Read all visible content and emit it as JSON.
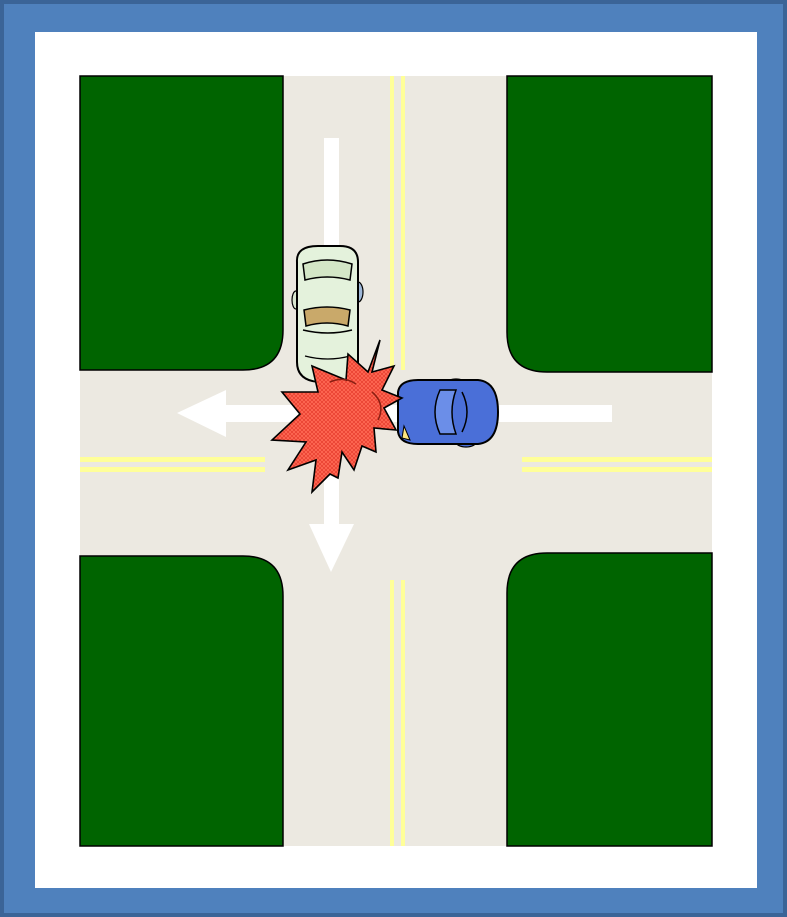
{
  "colors": {
    "frame": "#4f81bd",
    "sheet": "#ffffff",
    "grass": "#006400",
    "road": "#ece9e1",
    "center_line": "#ffff99",
    "arrow": "#ffffff",
    "car_white": "#e4f2dc",
    "car_blue": "#4a6fd8",
    "impact": "#ff5b4a"
  },
  "diagram": {
    "kind": "traffic-intersection-collision",
    "vehicles": [
      {
        "name": "white-car",
        "heading": "south"
      },
      {
        "name": "blue-car",
        "heading": "west"
      }
    ],
    "arrows": [
      {
        "name": "southbound-arrow",
        "direction": "south"
      },
      {
        "name": "westbound-arrow",
        "direction": "west"
      }
    ],
    "icons": [
      "collision-burst-icon",
      "arrow-down-icon",
      "arrow-left-icon",
      "car-icon"
    ]
  }
}
